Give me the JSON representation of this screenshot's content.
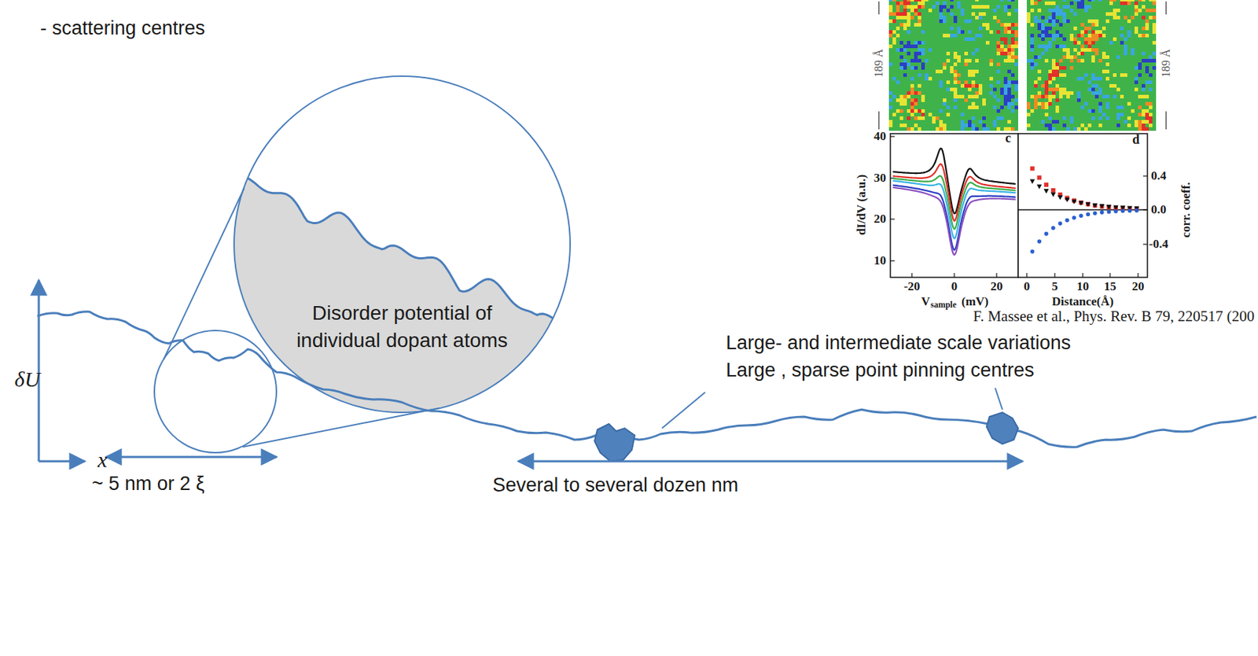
{
  "diagram": {
    "nodes": [
      {
        "text": [
          "Disorder potential of individual dopant atoms"
        ]
      }
    ],
    "labels": [
      "- scattering centres",
      "δU",
      "x",
      "~ 5 nm or 2 ξ",
      "Several to several dozen nm",
      "Large- and intermediate scale variations",
      "Large , sparse point pinning centres",
      "189 Å",
      "189 Å",
      "40",
      "30",
      "20",
      "10",
      "-20",
      "0",
      "20",
      "V",
      "sample",
      "(mV)",
      "c",
      "0",
      "5",
      "10",
      "15",
      "20",
      "Distance(Å)",
      "d",
      "0.4",
      "0.0",
      "-0.4",
      "corr. coeff.",
      "dI/dV (a.u.)",
      "F. Massee  et al., Phys. Rev. B 79, 220517 (200"
    ]
  }
}
